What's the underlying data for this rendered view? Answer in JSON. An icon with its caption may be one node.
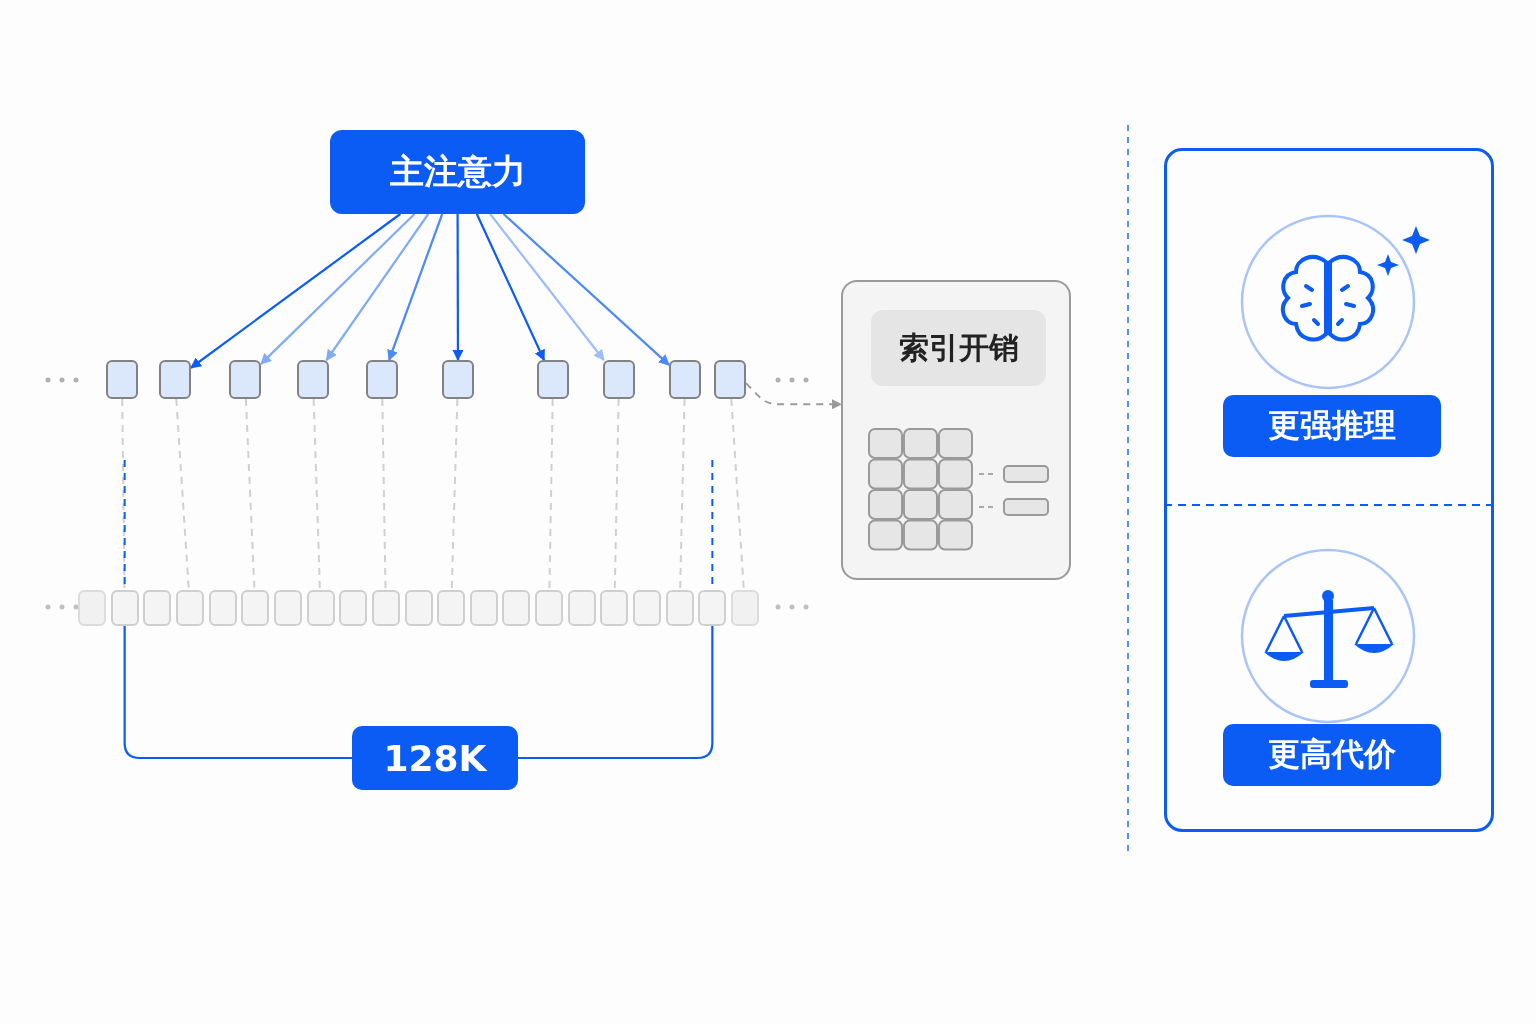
{
  "diagram": {
    "nodes": [
      {
        "text": [
          "主注意力"
        ]
      },
      {
        "text": [],
        "shape": "box"
      },
      {
        "text": [],
        "shape": "box"
      },
      {
        "text": [],
        "shape": "box"
      },
      {
        "text": [],
        "shape": "box"
      },
      {
        "text": [],
        "shape": "box"
      },
      {
        "text": [],
        "shape": "box"
      },
      {
        "text": [],
        "shape": "box"
      },
      {
        "text": [],
        "shape": "box"
      },
      {
        "text": [],
        "shape": "box"
      },
      {
        "text": [],
        "shape": "box"
      },
      {
        "text": [],
        "shape": "box"
      },
      {
        "text": [],
        "shape": "box"
      },
      {
        "text": [],
        "shape": "box"
      },
      {
        "text": [],
        "shape": "box"
      },
      {
        "text": [],
        "shape": "box"
      },
      {
        "text": [],
        "shape": "box"
      },
      {
        "text": [],
        "shape": "box"
      },
      {
        "text": [],
        "shape": "box"
      },
      {
        "text": [],
        "shape": "box"
      },
      {
        "text": [],
        "shape": "box"
      },
      {
        "text": [],
        "shape": "box"
      },
      {
        "text": [],
        "shape": "box"
      },
      {
        "text": [],
        "shape": "box"
      },
      {
        "text": [],
        "shape": "box"
      },
      {
        "text": [],
        "shape": "box"
      },
      {
        "text": [],
        "shape": "box"
      },
      {
        "text": [],
        "shape": "box"
      },
      {
        "text": [],
        "shape": "box"
      },
      {
        "text": [],
        "shape": "box"
      },
      {
        "text": [],
        "shape": "box"
      },
      {
        "text": [],
        "shape": "box"
      },
      {
        "text": [],
        "shape": "box"
      },
      {
        "text": [
          "索引开销"
        ],
        "in": 32
      },
      {
        "text": [
          "128K"
        ]
      },
      {
        "text": [],
        "shape": "box"
      },
      {
        "text": [
          "更强推理"
        ],
        "in": 35
      },
      {
        "text": [
          "更高代价"
        ],
        "in": 35
      }
    ],
    "edges": [
      {
        "from": 0,
        "to": 2,
        "arrow": "to",
        "color": "#0a5cf5"
      },
      {
        "from": 0,
        "to": 3,
        "arrow": "to",
        "color": "#7fabf7"
      },
      {
        "from": 0,
        "to": 4,
        "arrow": "to",
        "color": "#7fabf7"
      },
      {
        "from": 0,
        "to": 5,
        "arrow": "to",
        "color": "#4a89f6"
      },
      {
        "from": 0,
        "to": 6,
        "arrow": "to",
        "color": "#0a5cf5"
      },
      {
        "from": 0,
        "to": 7,
        "arrow": "to",
        "color": "#0a5cf5"
      },
      {
        "from": 0,
        "to": 8,
        "arrow": "to",
        "color": "#9bbdf8"
      },
      {
        "from": 0,
        "to": 9,
        "arrow": "to",
        "color": "#4a89f6"
      },
      {
        "from": 1,
        "to": 12,
        "arrow": "none",
        "style": "dashed",
        "color": "#d0d0d0"
      },
      {
        "from": 2,
        "to": 14,
        "arrow": "none",
        "style": "dashed",
        "color": "#d0d0d0"
      },
      {
        "from": 3,
        "to": 16,
        "arrow": "none",
        "style": "dashed",
        "color": "#d0d0d0"
      },
      {
        "from": 4,
        "to": 18,
        "arrow": "none",
        "style": "dashed",
        "color": "#d0d0d0"
      },
      {
        "from": 5,
        "to": 20,
        "arrow": "none",
        "style": "dashed",
        "color": "#d0d0d0"
      },
      {
        "from": 6,
        "to": 22,
        "arrow": "none",
        "style": "dashed",
        "color": "#d0d0d0"
      },
      {
        "from": 7,
        "to": 25,
        "arrow": "none",
        "style": "dashed",
        "color": "#d0d0d0"
      },
      {
        "from": 8,
        "to": 27,
        "arrow": "none",
        "style": "dashed",
        "color": "#d0d0d0"
      },
      {
        "from": 9,
        "to": 29,
        "arrow": "none",
        "style": "dashed",
        "color": "#d0d0d0"
      },
      {
        "from": 10,
        "to": 31,
        "arrow": "none",
        "style": "dashed",
        "color": "#d0d0d0"
      },
      {
        "from": 10,
        "to": 32,
        "arrow": "to",
        "style": "dashed",
        "color": "#9a9a9a"
      },
      {
        "from": null,
        "to": 12,
        "arrow": "none",
        "style": "dashed",
        "color": "#0a5cf5"
      },
      {
        "from": null,
        "to": 30,
        "arrow": "none",
        "style": "dashed",
        "color": "#0a5cf5"
      },
      {
        "from": 12,
        "to": 34,
        "arrow": "none",
        "color": "#0a5cf5"
      },
      {
        "from": 30,
        "to": 34,
        "arrow": "none",
        "color": "#0a5cf5"
      }
    ]
  }
}
